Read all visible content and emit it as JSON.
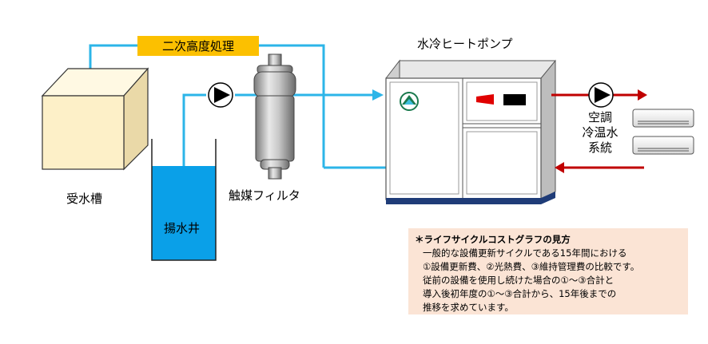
{
  "labels": {
    "secondary_treatment": "二次高度処理",
    "heat_pump": "水冷ヒートポンプ",
    "receiving_tank": "受水槽",
    "well": "揚水井",
    "catalyst_filter": "触媒フィルタ",
    "hvac_line1": "空調",
    "hvac_line2": "冷温水",
    "hvac_line3": "系統"
  },
  "note": {
    "title": "＊ライフサイクルコストグラフの見方",
    "lines": [
      "一般的な設備更新サイクルである15年間における",
      "①設備更新費、②光熱費、③維持管理費の比較です。",
      "従前の設備を使用し続けた場合の①～③合計と",
      "導入後初年度の①～③合計から、15年後までの",
      "推移を求めています。"
    ]
  },
  "colors": {
    "water_line": "#2cb5e8",
    "hot_line": "#c00000",
    "label_box": "#fcc000",
    "tank": "#fdf0c8",
    "well_water": "#0aa0e8",
    "note_bg": "#fbe4d5"
  }
}
